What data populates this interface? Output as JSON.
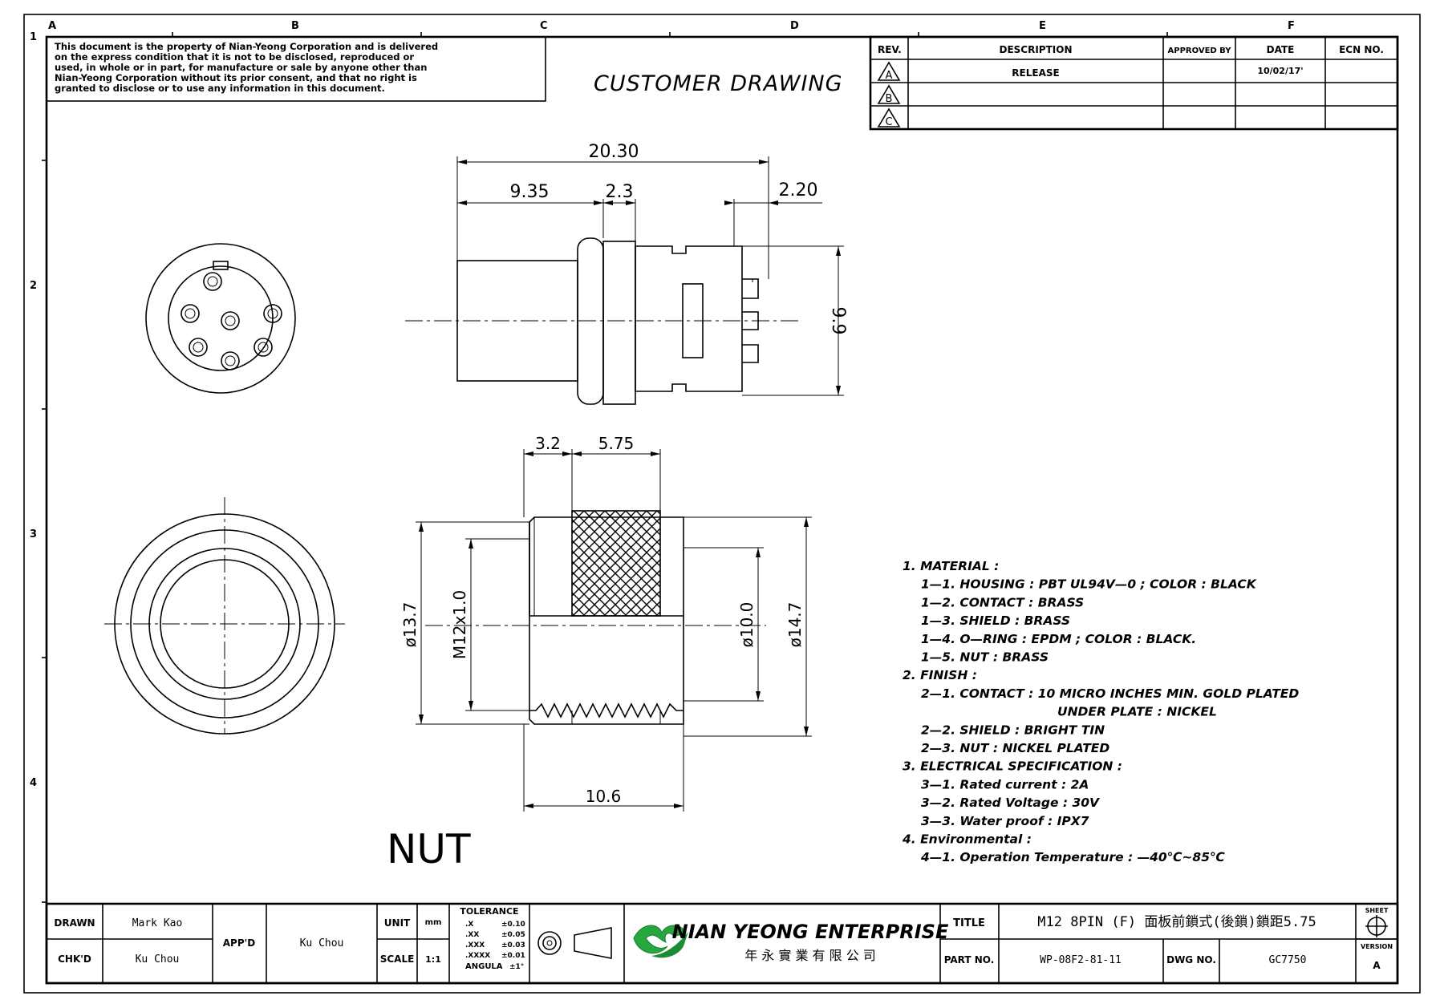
{
  "notice": {
    "lines": [
      "This document is the property of Nian-Yeong Corporation and is delivered",
      "on  the  express condition that it is not to be disclosed, reproduced or",
      "used, in whole or in part, for manufacture or sale by anyone other than",
      "Nian-Yeong Corporation without  its prior consent, and that  no right  is",
      "granted to disclose or to use any information in this  document."
    ]
  },
  "drawing_type": "CUSTOMER  DRAWING",
  "grid": {
    "columns": [
      "A",
      "B",
      "C",
      "D",
      "E",
      "F"
    ],
    "rows": [
      "1",
      "2",
      "3",
      "4"
    ]
  },
  "revision_table": {
    "headers": {
      "rev": "REV.",
      "description": "DESCRIPTION",
      "approved": "APPROVED BY",
      "date": "DATE",
      "ecn": "ECN NO."
    },
    "rows": [
      {
        "rev": "A",
        "description": "RELEASE",
        "approved": "",
        "date": "10/02/17'",
        "ecn": ""
      },
      {
        "rev": "B",
        "description": "",
        "approved": "",
        "date": "",
        "ecn": ""
      },
      {
        "rev": "C",
        "description": "",
        "approved": "",
        "date": "",
        "ecn": ""
      }
    ]
  },
  "dimensions": {
    "overall_length": "20.30",
    "dim_a": "9.35",
    "dim_b": "2.3",
    "dim_c": "2.20",
    "height": "9.9",
    "nut_a": "3.2",
    "nut_b": "5.75",
    "nut_len": "10.6",
    "dia_137": "ø13.7",
    "thread": "M12x1.0",
    "dia_100": "ø10.0",
    "dia_147": "ø14.7"
  },
  "nut_label": "NUT",
  "specs": [
    {
      "text": "1.  MATERIAL  :",
      "indent": 0
    },
    {
      "text": "1—1.  HOUSING  :  PBT  UL94V—0  ;  COLOR  :  BLACK",
      "indent": 1
    },
    {
      "text": "1—2.  CONTACT  :  BRASS",
      "indent": 1
    },
    {
      "text": "1—3.  SHIELD  :  BRASS",
      "indent": 1
    },
    {
      "text": "1—4.  O—RING  :  EPDM  ;  COLOR  :  BLACK.",
      "indent": 1
    },
    {
      "text": "1—5.  NUT  :  BRASS",
      "indent": 1
    },
    {
      "text": "2.  FINISH  :",
      "indent": 0
    },
    {
      "text": "2—1.  CONTACT  :  10  MICRO  INCHES  MIN.  GOLD  PLATED",
      "indent": 1
    },
    {
      "text": "UNDER  PLATE  :  NICKEL",
      "indent": 2
    },
    {
      "text": "2—2.  SHIELD  :  BRIGHT  TIN",
      "indent": 1
    },
    {
      "text": "2—3.  NUT  :  NICKEL  PLATED",
      "indent": 1
    },
    {
      "text": "3.  ELECTRICAL  SPECIFICATION  :",
      "indent": 0
    },
    {
      "text": "3—1.  Rated  current  :  2A",
      "indent": 1
    },
    {
      "text": "3—2.  Rated  Voltage  :  30V",
      "indent": 1
    },
    {
      "text": "3—3.  Water  proof  :  IPX7",
      "indent": 1
    },
    {
      "text": "4.  Environmental  :",
      "indent": 0
    },
    {
      "text": "4—1.  Operation  Temperature  :  —40℃~85℃",
      "indent": 1
    }
  ],
  "title_block": {
    "drawn_label": "DRAWN",
    "drawn_by": "Mark Kao",
    "chkd_label": "CHK'D",
    "chkd_by": "Ku Chou",
    "appd_label": "APP'D",
    "appd_by": "Ku Chou",
    "unit_label": "UNIT",
    "unit_value": "mm",
    "scale_label": "SCALE",
    "scale_value": "1:1",
    "tolerance_label": "TOLERANCE",
    "tolerances": [
      {
        "fmt": ".X",
        "val": "±0.10"
      },
      {
        "fmt": ".XX",
        "val": "±0.05"
      },
      {
        "fmt": ".XXX",
        "val": "±0.03"
      },
      {
        "fmt": ".XXXX",
        "val": "±0.01"
      },
      {
        "fmt": "ANGULA",
        "val": "±1°"
      }
    ],
    "company_name": "NIAN YEONG ENTERPRISE",
    "company_chinese": "年 永 實 業 有 限 公 司",
    "title_label": "TITLE",
    "title_value": "M12  8PIN  (F)  面板前鎖式(後鎖)鎖距5.75",
    "part_label": "PART NO.",
    "part_value": "WP-08F2-81-11",
    "dwg_label": "DWG NO.",
    "dwg_value": "GC7750",
    "sheet_label": "SHEET",
    "version_label": "VERSION",
    "version_value": "A"
  }
}
